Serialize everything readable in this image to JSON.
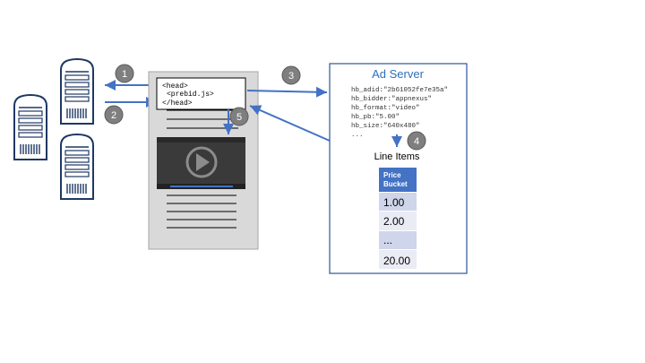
{
  "colors": {
    "server_outline": "#1f3864",
    "arrow": "#4472c4",
    "badge_fill": "#7f7f7f",
    "page_fill": "#d9d9d9",
    "page_border": "#a6a6a6",
    "video_bg": "#3a3a3a",
    "ad_server_border": "#2f5597",
    "ad_server_title": "#2f6eba",
    "table_header": "#4472c4",
    "table_row_dark": "#cfd5ea",
    "table_row_light": "#e9ebf5"
  },
  "icons": [
    "server-icon",
    "video-play-icon"
  ],
  "steps": [
    "1",
    "2",
    "3",
    "4",
    "5"
  ],
  "code_box": {
    "line1": "<head>",
    "line2": "<prebid.js>",
    "line3": "</head>"
  },
  "ad_server": {
    "title": "Ad Server",
    "targeting": [
      "hb_adid:\"2b61052fe7e35a\"",
      "hb_bidder:\"appnexus\"",
      "hb_format:\"video\"",
      "hb_pb:\"5.00\"",
      "hb_size:\"640x480\"",
      "..."
    ],
    "line_items_label": "Line Items",
    "table": {
      "header_line1": "Price",
      "header_line2": "Bucket",
      "rows": [
        "1.00",
        "2.00",
        "...",
        "20.00"
      ]
    }
  }
}
